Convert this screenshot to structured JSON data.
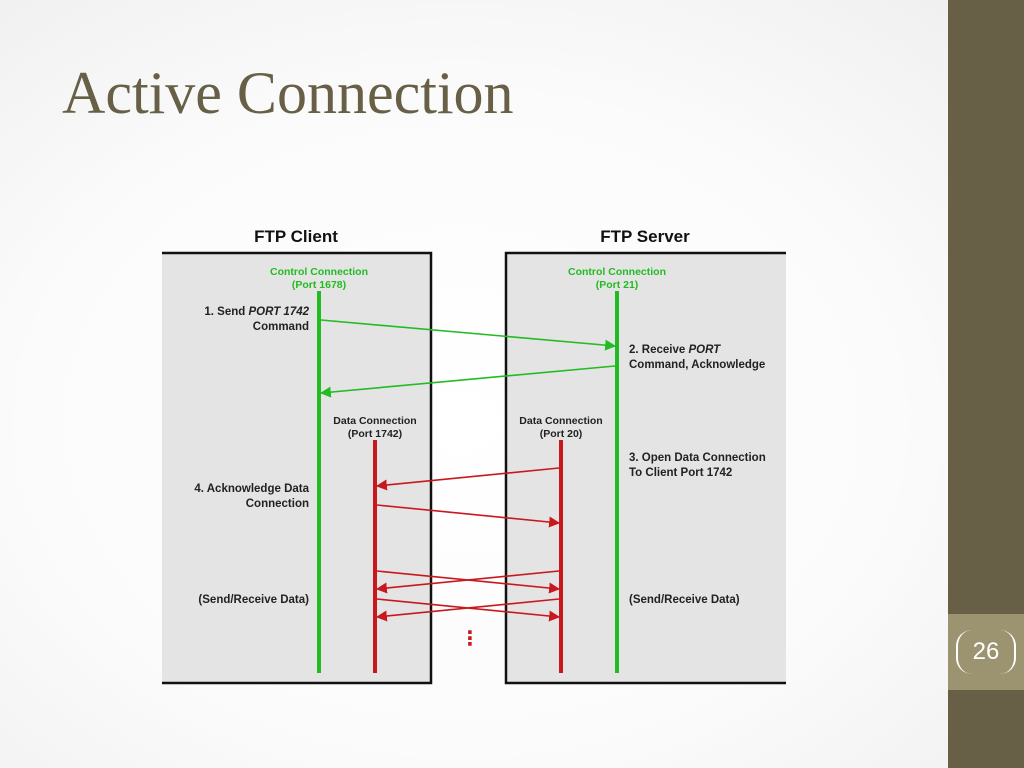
{
  "slide": {
    "title": "Active Connection",
    "page_number": "26"
  },
  "colors": {
    "sidebar": "#675f46",
    "page_tab": "#9c9470",
    "title": "#675f46",
    "control_line": "#22bb22",
    "data_line": "#c8181e",
    "panel": "#e4e4e4"
  },
  "diagram": {
    "client": {
      "title": "FTP Client",
      "control": {
        "line1": "Control Connection",
        "line2": "(Port 1678)"
      },
      "data": {
        "line1": "Data Connection",
        "line2": "(Port 1742)"
      },
      "step1": {
        "pre": "1. Send ",
        "italic": "PORT 1742",
        "line2": "Command"
      },
      "step4": {
        "line1": "4. Acknowledge Data",
        "line2": "Connection"
      },
      "send_receive": "(Send/Receive Data)"
    },
    "server": {
      "title": "FTP Server",
      "control": {
        "line1": "Control Connection",
        "line2": "(Port 21)"
      },
      "data": {
        "line1": "Data Connection",
        "line2": "(Port 20)"
      },
      "step2": {
        "pre": "2. Receive ",
        "italic": "PORT",
        "line2": "Command, Acknowledge"
      },
      "step3": {
        "line1": "3. Open Data Connection",
        "line2": "To Client Port 1742"
      },
      "send_receive": "(Send/Receive Data)"
    },
    "continuation": "⋮"
  }
}
